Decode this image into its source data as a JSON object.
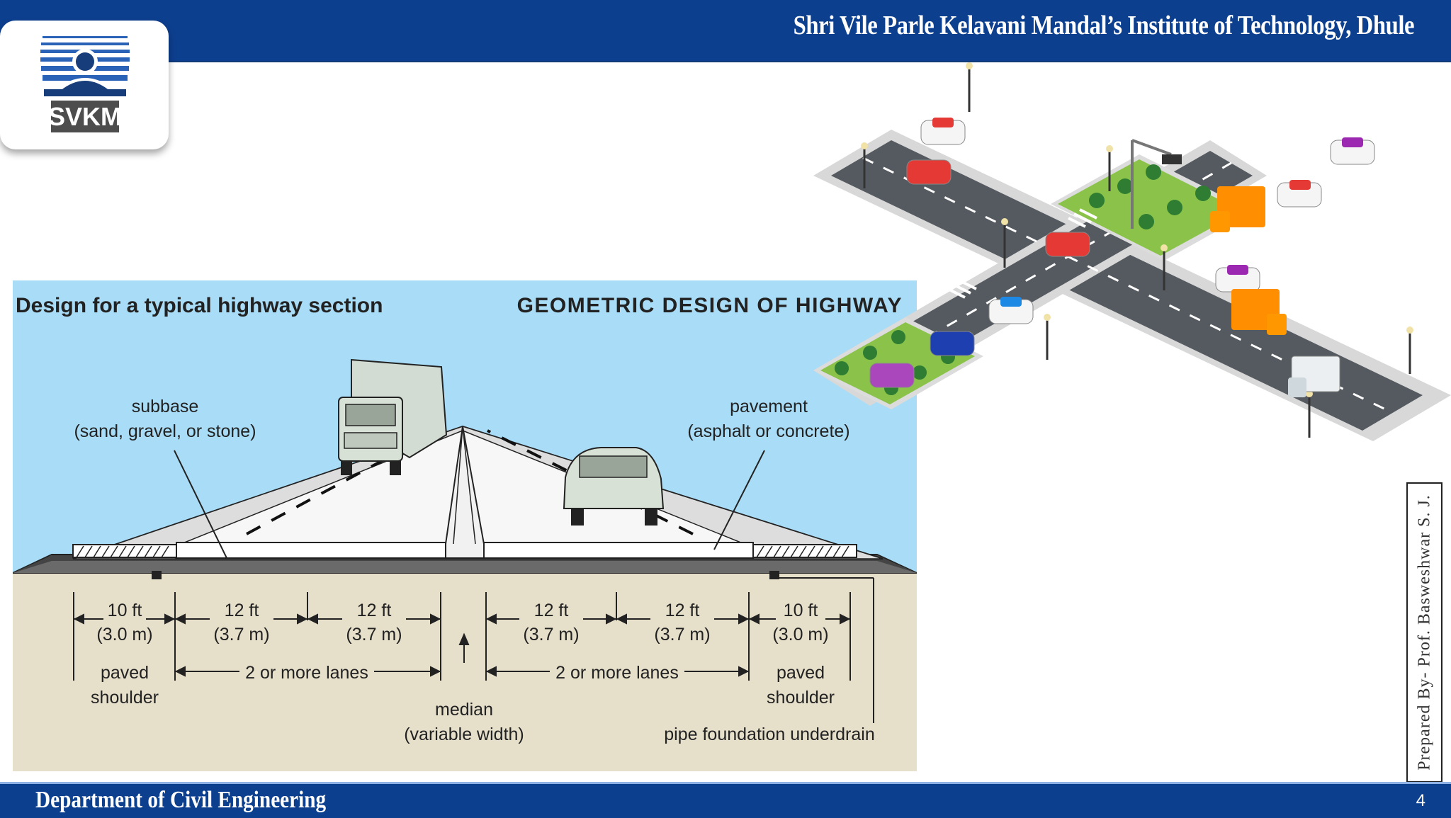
{
  "header": {
    "institute": "Shri Vile Parle Kelavani Mandal’s Institute of Technology, Dhule"
  },
  "logo": {
    "text": "SVKM",
    "icon": "svkm-reader-logo"
  },
  "footer": {
    "department": "Department of Civil Engineering",
    "page_number": "4"
  },
  "sidebar": {
    "prepared_by": "Prepared By- Prof. Basweshwar S. J."
  },
  "diagram": {
    "left_title": "Design for a typical highway section",
    "right_title": "GEOMETRIC DESIGN OF HIGHWAY",
    "subbase": {
      "line1": "subbase",
      "line2": "(sand, gravel, or stone)"
    },
    "pavement": {
      "line1": "pavement",
      "line2": "(asphalt or concrete)"
    },
    "dims": [
      {
        "ft": "10 ft",
        "m": "(3.0 m)"
      },
      {
        "ft": "12 ft",
        "m": "(3.7 m)"
      },
      {
        "ft": "12 ft",
        "m": "(3.7 m)"
      },
      {
        "ft": "12 ft",
        "m": "(3.7 m)"
      },
      {
        "ft": "12 ft",
        "m": "(3.7 m)"
      },
      {
        "ft": "10 ft",
        "m": "(3.0 m)"
      }
    ],
    "paved_shoulder": {
      "line1": "paved",
      "line2": "shoulder"
    },
    "lanes_label": "2 or more lanes",
    "median": {
      "line1": "median",
      "line2": "(variable width)"
    },
    "underdrain": "pipe foundation underdrain"
  },
  "colors": {
    "brand_blue": "#0d3f8f",
    "sky": "#a9dcf6",
    "ground": "#e6dfca"
  }
}
